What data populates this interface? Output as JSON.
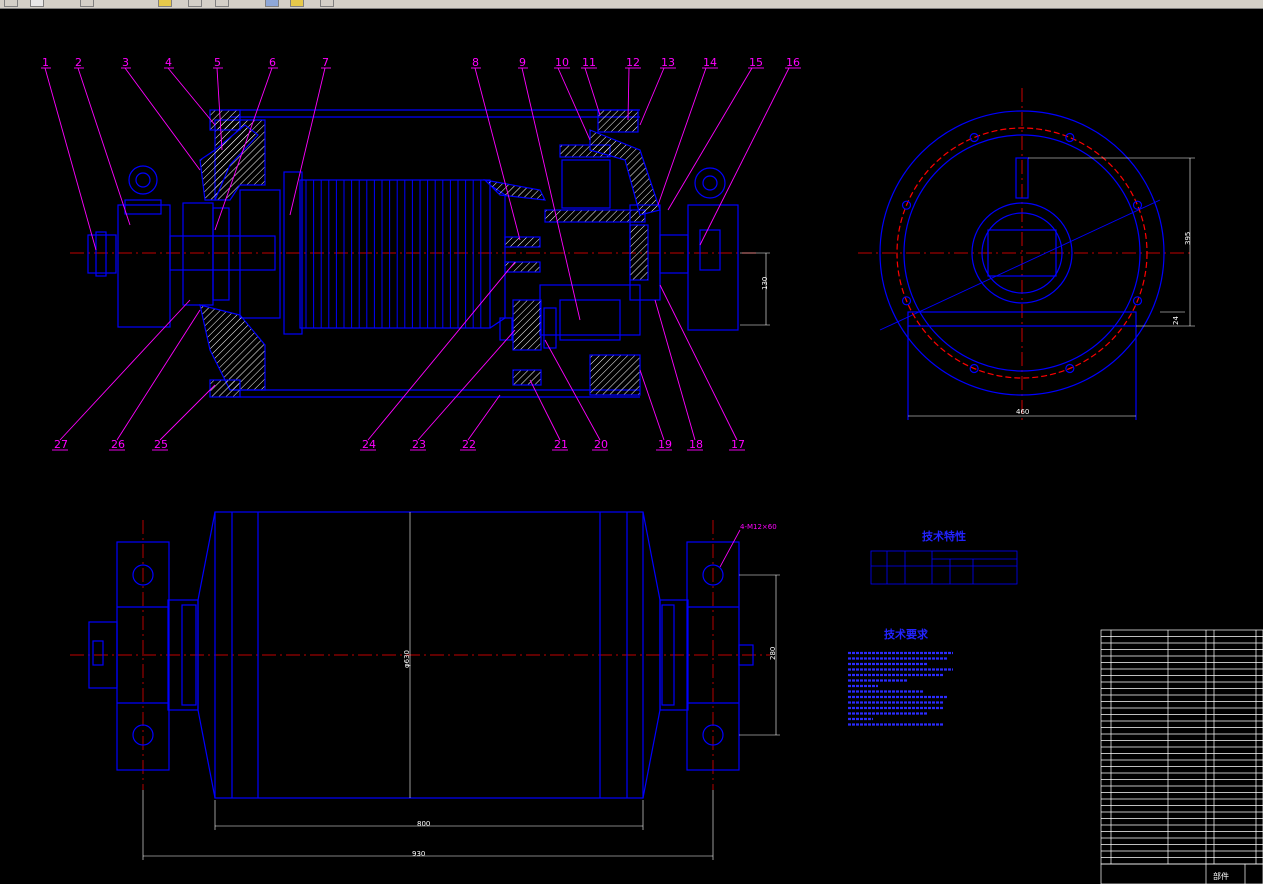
{
  "toolbar": {
    "icons": [
      "back-icon",
      "select-icon",
      "undo-icon",
      "folder-icon",
      "save-icon",
      "copy-icon",
      "properties-icon",
      "layers-icon",
      "help-icon"
    ]
  },
  "colors": {
    "background": "#000000",
    "outline": "#0000ff",
    "leader": "#ff00ff",
    "center": "#ff0000",
    "text_blue": "#2222ff",
    "white": "#ffffff",
    "hatch": "#ffffff"
  },
  "drawing": {
    "part_numbers_top": [
      "1",
      "2",
      "3",
      "4",
      "5",
      "6",
      "7",
      "8",
      "9",
      "10",
      "11",
      "12",
      "13",
      "14",
      "15",
      "16"
    ],
    "part_numbers_bottom": [
      "27",
      "26",
      "25",
      "24",
      "23",
      "22",
      "21",
      "20",
      "19",
      "18",
      "17"
    ],
    "dims": {
      "front_height": "130",
      "side_height": "395",
      "side_base": "24",
      "side_width": "460",
      "plan_body": "800",
      "plan_overall": "930",
      "plan_pitch": "280",
      "plan_diameter": "φ630",
      "bolt_note": "4-M12×60"
    },
    "tech_features_title": "技术特性",
    "tech_requirements_title": "技术要求",
    "parts_list_footer": "部件"
  }
}
